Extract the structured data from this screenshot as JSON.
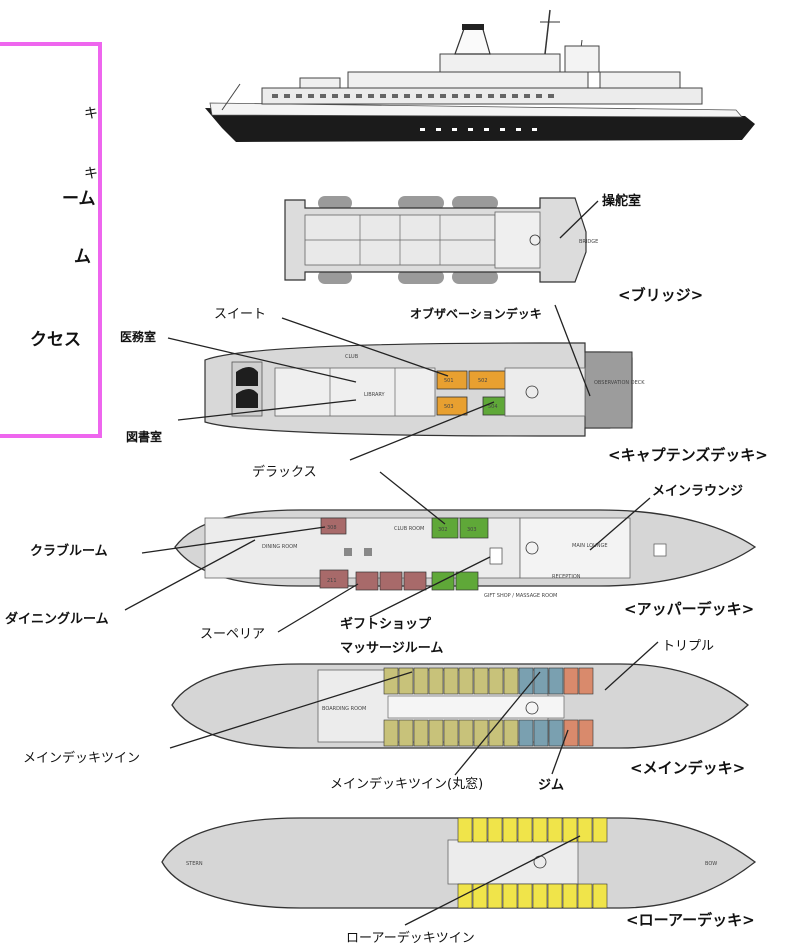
{
  "legend_partial": {
    "line1": "キ",
    "line2": "キ",
    "line3": "ーム",
    "line4": "ム",
    "line5": "クセス"
  },
  "decks": {
    "bridge": "<ブリッジ>",
    "captains": "<キャプテンズデッキ>",
    "upper": "<アッパーデッキ>",
    "main": "<メインデッキ>",
    "lower": "<ローアーデッキ>"
  },
  "callouts": {
    "wheelhouse": "操舵室",
    "observation_deck": "オブザベーションデッキ",
    "suite": "スイート",
    "clinic": "医務室",
    "library": "図書室",
    "deluxe": "デラックス",
    "main_lounge": "メインラウンジ",
    "club_room": "クラブルーム",
    "dining_room": "ダイニングルーム",
    "superior": "スーペリア",
    "gift_shop": "ギフトショップ",
    "massage_room": "マッサージルーム",
    "triple": "トリプル",
    "main_deck_twin": "メインデッキツイン",
    "main_deck_twin_porthole": "メインデッキツイン(丸窓)",
    "gym": "ジム",
    "lower_deck_twin": "ローアーデッキツイン"
  },
  "plan_labels": {
    "bridge": "BRIDGE",
    "club": "CLUB",
    "library": "LIBRARY",
    "observation": "OBSERVATION DECK",
    "club_room": "CLUB ROOM",
    "dining_room": "DINING ROOM",
    "main_lounge": "MAIN LOUNGE",
    "reception": "RECEPTION",
    "gift_shop": "GIFT SHOP / MASSAGE ROOM",
    "boarding_room": "BOARDING ROOM",
    "stern": "STERN",
    "bow": "BOW",
    "suite_a": "501",
    "suite_b": "502",
    "suite_c": "503",
    "suite_d": "504",
    "deluxe_a": "302",
    "deluxe_b": "303",
    "club_cabin": "308",
    "superior_first": "211"
  },
  "colors": {
    "suite": "#e8a030",
    "deluxe": "#5fa838",
    "superior": "#a86a6a",
    "main_twin": "#c8c27a",
    "porthole_twin": "#7aa0b0",
    "triple": "#d98a6c",
    "lower_twin": "#f0e44a",
    "frame": "#ee66ee"
  }
}
